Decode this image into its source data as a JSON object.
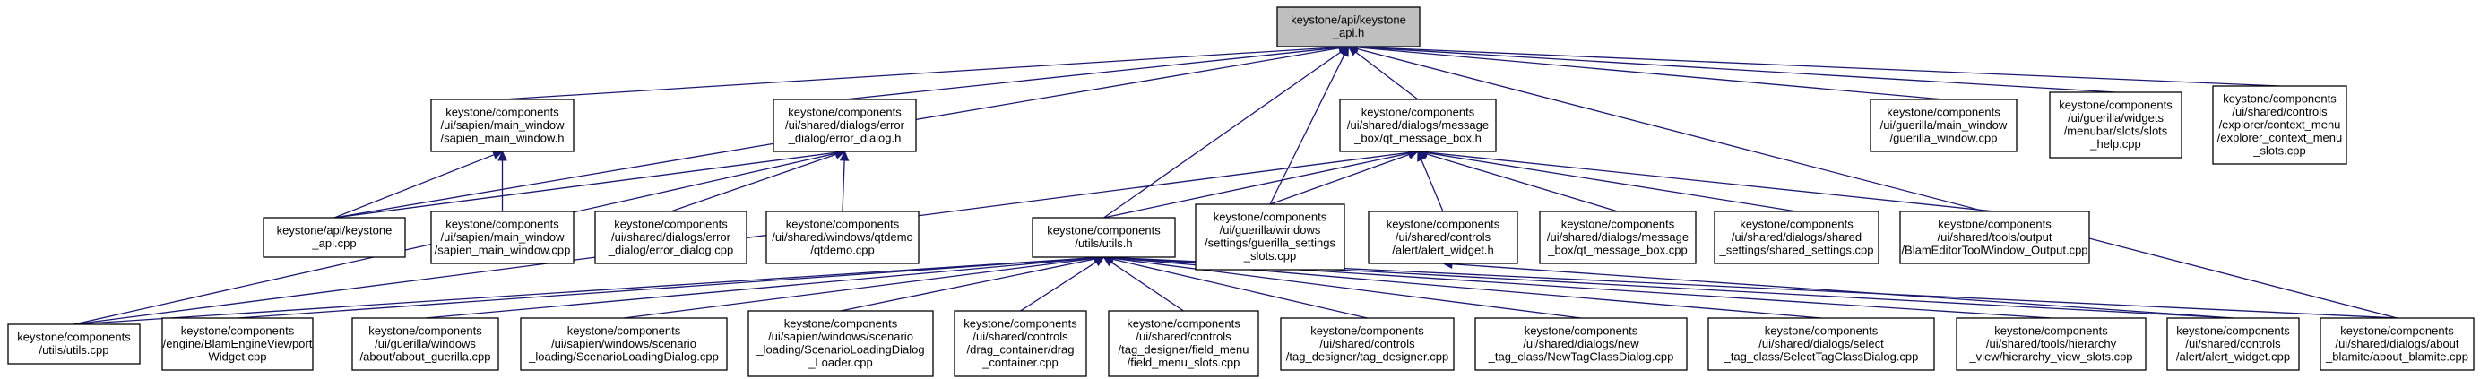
{
  "nodes": [
    {
      "id": "root",
      "lines": [
        "keystone/api/keystone",
        "_api.h"
      ],
      "root": true
    },
    {
      "id": "sapien_h",
      "lines": [
        "keystone/components",
        "/ui/sapien/main_window",
        "/sapien_main_window.h"
      ]
    },
    {
      "id": "error_h",
      "lines": [
        "keystone/components",
        "/ui/shared/dialogs/error",
        "_dialog/error_dialog.h"
      ]
    },
    {
      "id": "qtmsg_h",
      "lines": [
        "keystone/components",
        "/ui/shared/dialogs/message",
        "_box/qt_message_box.h"
      ]
    },
    {
      "id": "guerilla_window_cpp",
      "lines": [
        "keystone/components",
        "/ui/guerilla/main_window",
        "/guerilla_window.cpp"
      ]
    },
    {
      "id": "slots_help_cpp",
      "lines": [
        "keystone/components",
        "/ui/guerilla/widgets",
        "/menubar/slots/slots",
        "_help.cpp"
      ]
    },
    {
      "id": "ctx_menu_cpp",
      "lines": [
        "keystone/components",
        "/ui/shared/controls",
        "/explorer/context_menu",
        "/explorer_context_menu",
        "_slots.cpp"
      ]
    },
    {
      "id": "api_cpp",
      "lines": [
        "keystone/api/keystone",
        "_api.cpp"
      ]
    },
    {
      "id": "sapien_cpp",
      "lines": [
        "keystone/components",
        "/ui/sapien/main_window",
        "/sapien_main_window.cpp"
      ]
    },
    {
      "id": "error_cpp",
      "lines": [
        "keystone/components",
        "/ui/shared/dialogs/error",
        "_dialog/error_dialog.cpp"
      ]
    },
    {
      "id": "qtdemo_cpp",
      "lines": [
        "keystone/components",
        "/ui/shared/windows/qtdemo",
        "/qtdemo.cpp"
      ]
    },
    {
      "id": "utils_h",
      "lines": [
        "keystone/components",
        "/utils/utils.h"
      ]
    },
    {
      "id": "guerilla_settings_cpp",
      "lines": [
        "keystone/components",
        "/ui/guerilla/windows",
        "/settings/guerilla_settings",
        "_slots.cpp"
      ]
    },
    {
      "id": "alert_h",
      "lines": [
        "keystone/components",
        "/ui/shared/controls",
        "/alert/alert_widget.h"
      ]
    },
    {
      "id": "qtmsg_cpp",
      "lines": [
        "keystone/components",
        "/ui/shared/dialogs/message",
        "_box/qt_message_box.cpp"
      ]
    },
    {
      "id": "shared_settings_cpp",
      "lines": [
        "keystone/components",
        "/ui/shared/dialogs/shared",
        "_settings/shared_settings.cpp"
      ]
    },
    {
      "id": "blam_output_cpp",
      "lines": [
        "keystone/components",
        "/ui/shared/tools/output",
        "/BlamEditorToolWindow_Output.cpp"
      ]
    },
    {
      "id": "utils_cpp",
      "lines": [
        "keystone/components",
        "/utils/utils.cpp"
      ]
    },
    {
      "id": "engine_viewport_cpp",
      "lines": [
        "keystone/components",
        "/engine/BlamEngineViewport",
        "Widget.cpp"
      ]
    },
    {
      "id": "about_guerilla_cpp",
      "lines": [
        "keystone/components",
        "/ui/guerilla/windows",
        "/about/about_guerilla.cpp"
      ]
    },
    {
      "id": "scenario_loading_cpp",
      "lines": [
        "keystone/components",
        "/ui/sapien/windows/scenario",
        "_loading/ScenarioLoadingDialog.cpp"
      ]
    },
    {
      "id": "scenario_loader_cpp",
      "lines": [
        "keystone/components",
        "/ui/sapien/windows/scenario",
        "_loading/ScenarioLoadingDialog",
        "_Loader.cpp"
      ]
    },
    {
      "id": "drag_container_cpp",
      "lines": [
        "keystone/components",
        "/ui/shared/controls",
        "/drag_container/drag",
        "_container.cpp"
      ]
    },
    {
      "id": "field_menu_cpp",
      "lines": [
        "keystone/components",
        "/ui/shared/controls",
        "/tag_designer/field_menu",
        "/field_menu_slots.cpp"
      ]
    },
    {
      "id": "tag_designer_cpp",
      "lines": [
        "keystone/components",
        "/ui/shared/controls",
        "/tag_designer/tag_designer.cpp"
      ]
    },
    {
      "id": "new_tag_class_cpp",
      "lines": [
        "keystone/components",
        "/ui/shared/dialogs/new",
        "_tag_class/NewTagClassDialog.cpp"
      ]
    },
    {
      "id": "select_tag_class_cpp",
      "lines": [
        "keystone/components",
        "/ui/shared/dialogs/select",
        "_tag_class/SelectTagClassDialog.cpp"
      ]
    },
    {
      "id": "hierarchy_cpp",
      "lines": [
        "keystone/components",
        "/ui/shared/tools/hierarchy",
        "_view/hierarchy_view_slots.cpp"
      ]
    },
    {
      "id": "alert_cpp",
      "lines": [
        "keystone/components",
        "/ui/shared/controls",
        "/alert/alert_widget.cpp"
      ]
    },
    {
      "id": "about_blamite_cpp",
      "lines": [
        "keystone/components",
        "/ui/shared/dialogs/about",
        "_blamite/about_blamite.cpp"
      ]
    }
  ],
  "edges": [
    [
      "sapien_h",
      "root"
    ],
    [
      "error_h",
      "root"
    ],
    [
      "qtmsg_h",
      "root"
    ],
    [
      "guerilla_window_cpp",
      "root"
    ],
    [
      "slots_help_cpp",
      "root"
    ],
    [
      "ctx_menu_cpp",
      "root"
    ],
    [
      "api_cpp",
      "root"
    ],
    [
      "utils_h",
      "root"
    ],
    [
      "guerilla_settings_cpp",
      "root"
    ],
    [
      "about_blamite_cpp",
      "root"
    ],
    [
      "api_cpp",
      "sapien_h"
    ],
    [
      "sapien_cpp",
      "sapien_h"
    ],
    [
      "api_cpp",
      "error_h"
    ],
    [
      "error_cpp",
      "error_h"
    ],
    [
      "qtdemo_cpp",
      "error_h"
    ],
    [
      "utils_cpp",
      "error_h"
    ],
    [
      "utils_h",
      "qtmsg_h"
    ],
    [
      "guerilla_settings_cpp",
      "qtmsg_h"
    ],
    [
      "alert_h",
      "qtmsg_h"
    ],
    [
      "qtmsg_cpp",
      "qtmsg_h"
    ],
    [
      "shared_settings_cpp",
      "qtmsg_h"
    ],
    [
      "blam_output_cpp",
      "qtmsg_h"
    ],
    [
      "utils_cpp",
      "qtmsg_h"
    ],
    [
      "alert_cpp",
      "alert_h"
    ],
    [
      "utils_cpp",
      "utils_h"
    ],
    [
      "engine_viewport_cpp",
      "utils_h"
    ],
    [
      "about_guerilla_cpp",
      "utils_h"
    ],
    [
      "scenario_loading_cpp",
      "utils_h"
    ],
    [
      "scenario_loader_cpp",
      "utils_h"
    ],
    [
      "drag_container_cpp",
      "utils_h"
    ],
    [
      "field_menu_cpp",
      "utils_h"
    ],
    [
      "tag_designer_cpp",
      "utils_h"
    ],
    [
      "new_tag_class_cpp",
      "utils_h"
    ],
    [
      "select_tag_class_cpp",
      "utils_h"
    ],
    [
      "hierarchy_cpp",
      "utils_h"
    ],
    [
      "alert_cpp",
      "utils_h"
    ],
    [
      "about_blamite_cpp",
      "utils_h"
    ]
  ]
}
